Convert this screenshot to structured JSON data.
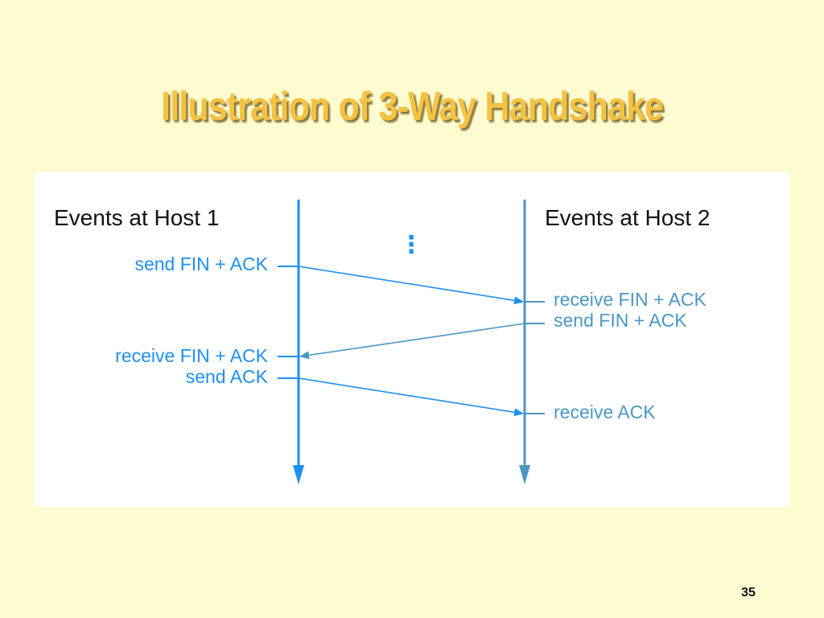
{
  "slide": {
    "title": "Illustration of 3-Way Handshake",
    "page_number": "35"
  },
  "colors": {
    "background": "#fdfbd0",
    "title": "#f5c242",
    "host1_line": "#1e8ff0",
    "host2_line": "#4a97c2",
    "host1_text": "#1e8ff0",
    "host2_text": "#4a97c2",
    "panel": "#ffffff"
  },
  "diagram": {
    "host1": {
      "heading": "Events at Host 1",
      "events": [
        {
          "label": "send FIN + ACK"
        },
        {
          "label": "receive FIN + ACK"
        },
        {
          "label": "send ACK"
        }
      ]
    },
    "host2": {
      "heading": "Events at Host 2",
      "events": [
        {
          "label": "receive FIN + ACK"
        },
        {
          "label": "send FIN + ACK"
        },
        {
          "label": "receive ACK"
        }
      ]
    },
    "ellipsis": "⋮"
  }
}
